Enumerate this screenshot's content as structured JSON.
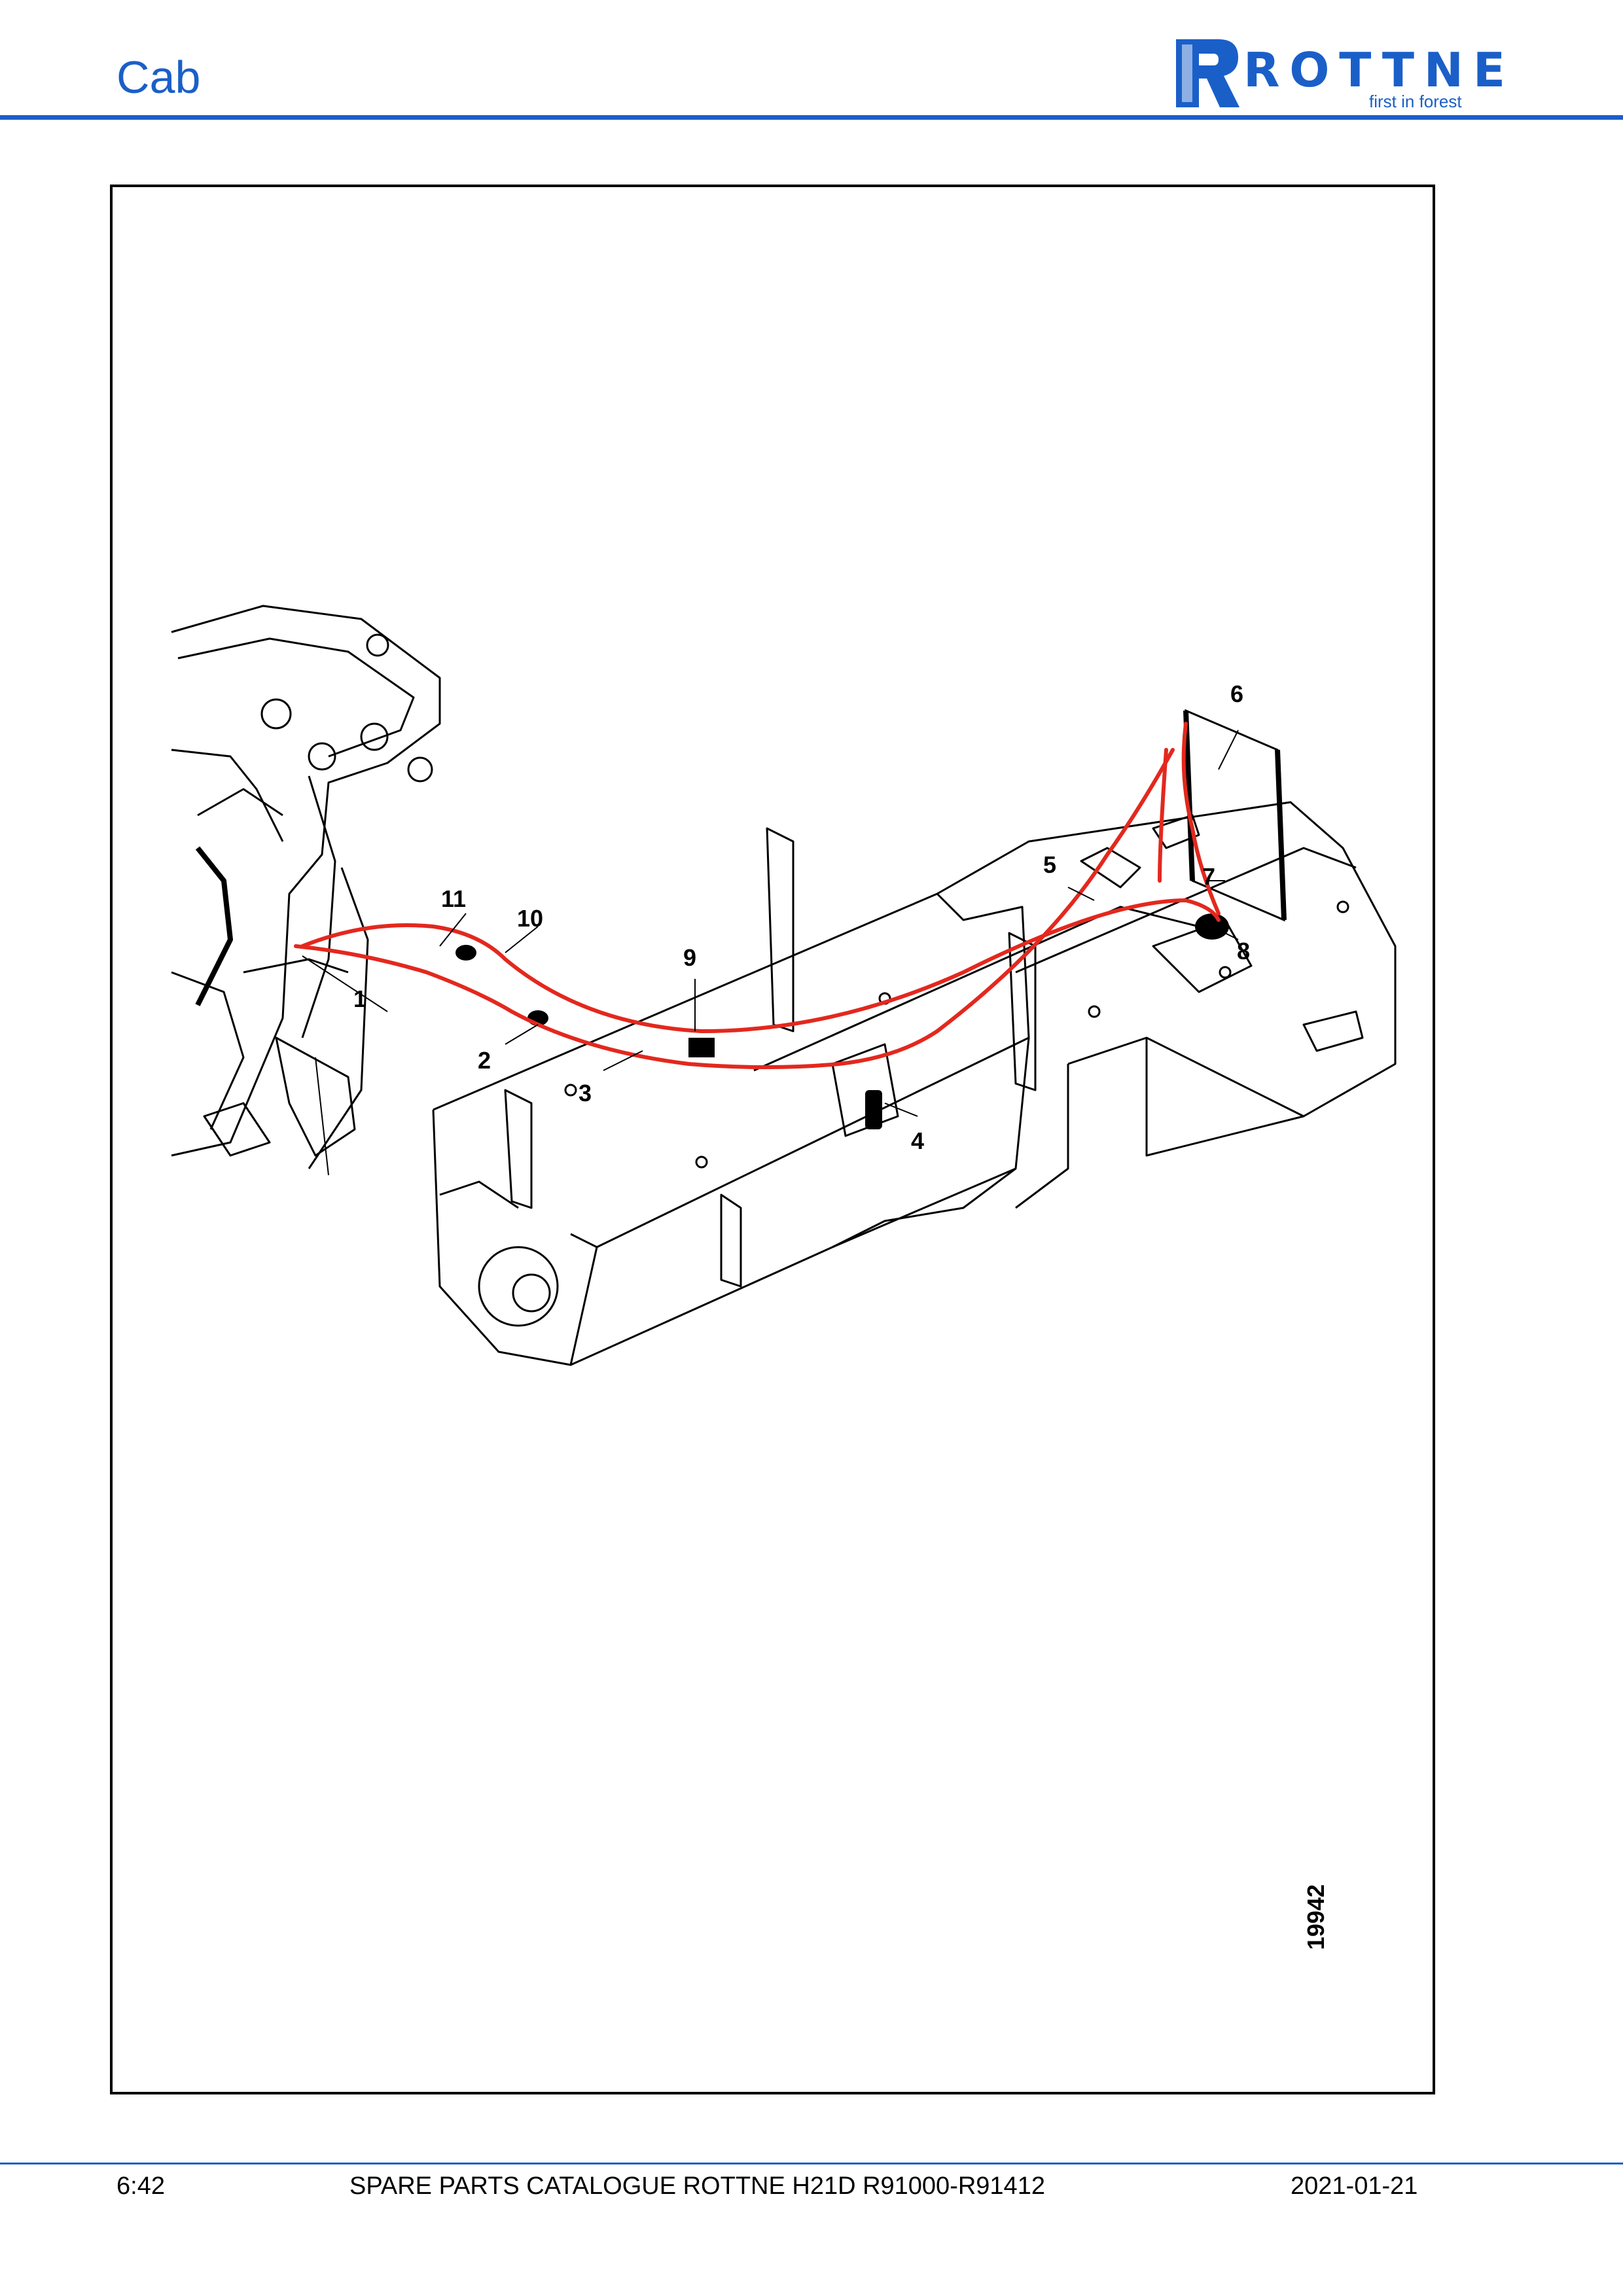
{
  "header": {
    "section_title": "Cab",
    "brand": "ROTTNE",
    "tagline": "first in forest"
  },
  "figure": {
    "figure_number": "19942",
    "callouts": [
      "1",
      "2",
      "3",
      "4",
      "5",
      "6",
      "7",
      "8",
      "9",
      "10",
      "11"
    ]
  },
  "footer": {
    "page": "6:42",
    "catalogue": "SPARE PARTS CATALOGUE ROTTNE H21D R91000-R91412",
    "date": "2021-01-21"
  },
  "colors": {
    "brand_blue": "#1a5fc8",
    "hose_red": "#e3281e"
  }
}
